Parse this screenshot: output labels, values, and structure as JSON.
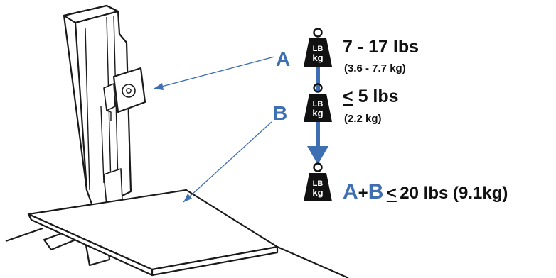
{
  "labels": {
    "A": "A",
    "B": "B",
    "sum_plus": "+"
  },
  "weights": {
    "a_range": "7 - 17 lbs",
    "a_range_metric": "(3.6 - 7.7 kg)",
    "b_symbol": "<",
    "b_limit": "5 lbs",
    "b_limit_metric": "(2.2 kg)",
    "total_symbol": "<",
    "total_limit": "20 lbs (9.1kg)"
  },
  "weight_icon": {
    "top_text": "LB",
    "bottom_text": "kg"
  },
  "colors": {
    "accent": "#3e6fb3",
    "text": "#111111",
    "line": "#1a1a1a"
  },
  "icons": [
    "kettlebell-weight-icon",
    "down-arrow-icon"
  ]
}
